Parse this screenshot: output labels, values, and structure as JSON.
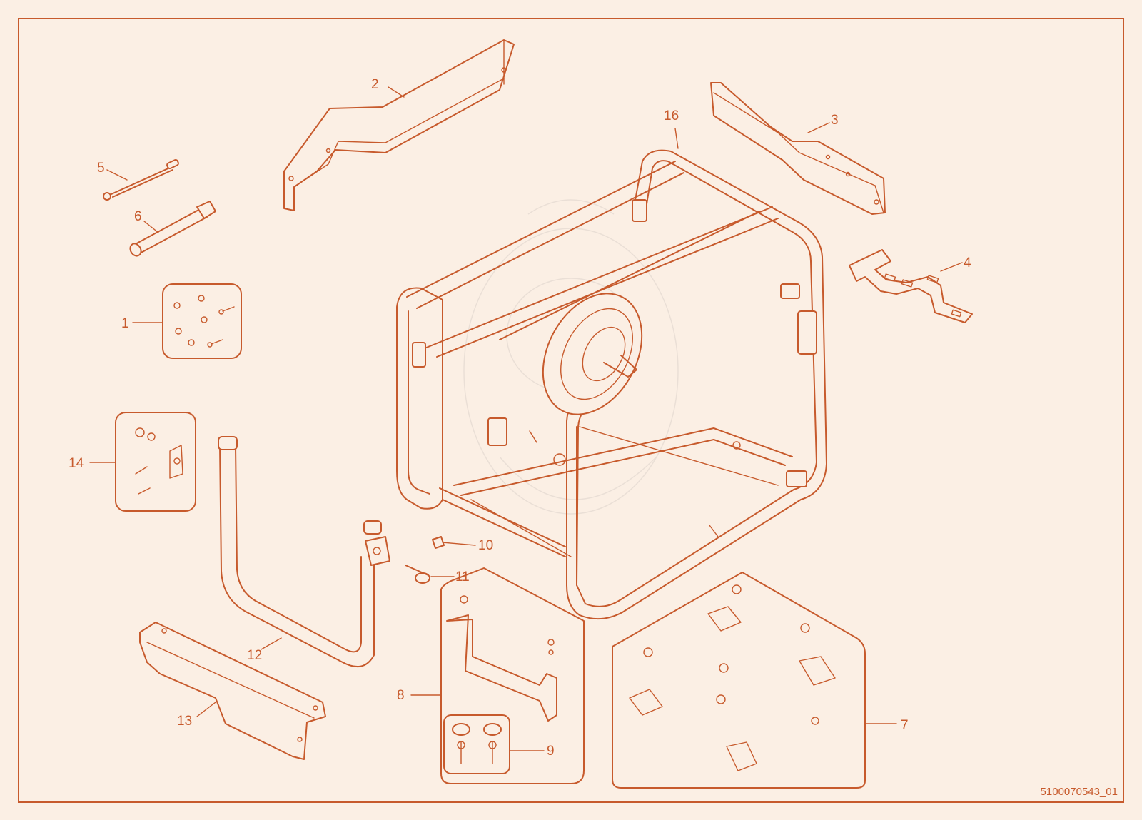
{
  "diagram": {
    "accent_color": "#c75a2c",
    "background_color": "#fbefe4",
    "drawing_code": "5100070543_01",
    "callouts": [
      {
        "id": "1",
        "label": "1",
        "part": "screw-kit-box"
      },
      {
        "id": "2",
        "label": "2",
        "part": "rail-left"
      },
      {
        "id": "3",
        "label": "3",
        "part": "rail-right"
      },
      {
        "id": "4",
        "label": "4",
        "part": "bracket"
      },
      {
        "id": "5",
        "label": "5",
        "part": "ground-cable"
      },
      {
        "id": "6",
        "label": "6",
        "part": "wrench"
      },
      {
        "id": "7",
        "label": "7",
        "part": "mount-kit-box"
      },
      {
        "id": "8",
        "label": "8",
        "part": "base-bracket-box"
      },
      {
        "id": "9",
        "label": "9",
        "part": "foot-kit"
      },
      {
        "id": "10",
        "label": "10",
        "part": "clip"
      },
      {
        "id": "11",
        "label": "11",
        "part": "pin"
      },
      {
        "id": "12",
        "label": "12",
        "part": "handle"
      },
      {
        "id": "13",
        "label": "13",
        "part": "base-plate"
      },
      {
        "id": "14",
        "label": "14",
        "part": "handle-kit-box"
      },
      {
        "id": "16",
        "label": "16",
        "part": "frame"
      }
    ]
  }
}
